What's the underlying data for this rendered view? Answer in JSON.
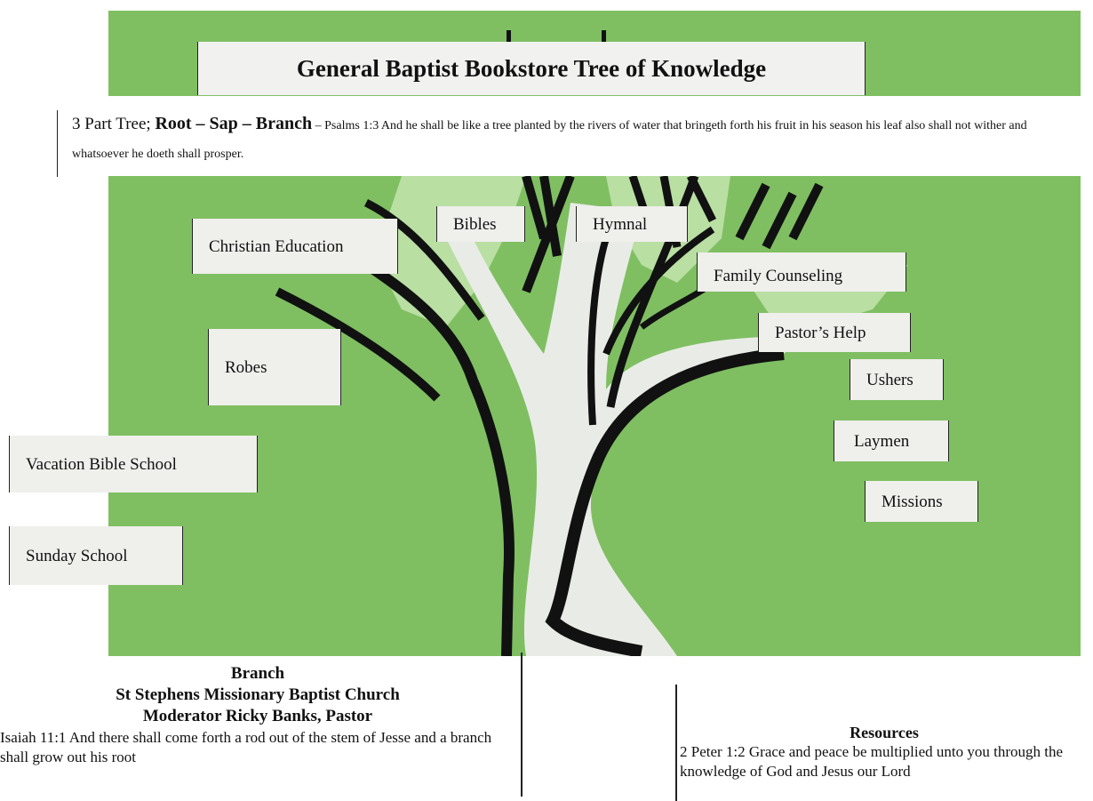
{
  "title": "General Baptist Bookstore Tree of Knowledge",
  "intro": {
    "lead": "3 Part Tree; ",
    "emphasis": "Root – Sap – Branch",
    "dash": " – ",
    "verse": "Psalms 1:3 And he shall be like a tree planted by the rivers of water that bringeth forth his fruit in his season his leaf also shall not wither and whatsoever he doeth shall prosper."
  },
  "labels": {
    "christian_education": "Christian Education",
    "bibles": "Bibles",
    "hymnal": "Hymnal",
    "family_counseling": "Family Counseling",
    "pastors_help": "Pastor’s Help",
    "robes": "Robes",
    "ushers": "Ushers",
    "laymen": "Laymen",
    "vacation_bible_school": "Vacation Bible School",
    "missions": "Missions",
    "sunday_school": "Sunday School"
  },
  "branch": {
    "heading": "Branch",
    "church": "St Stephens Missionary Baptist Church",
    "moderator": "Moderator Ricky Banks, Pastor",
    "verse": "Isaiah 11:1  And there shall come forth a rod out of the stem of Jesse and a branch shall grow out his root"
  },
  "resources": {
    "heading": "Resources",
    "verse": "2 Peter 1:2 Grace and peace be multiplied unto you through the knowledge of God and Jesus our Lord"
  },
  "colors": {
    "green": "#7fbf62",
    "light_green": "#b9dfa3",
    "trunk": "#e9ece6",
    "ink": "#111111"
  }
}
